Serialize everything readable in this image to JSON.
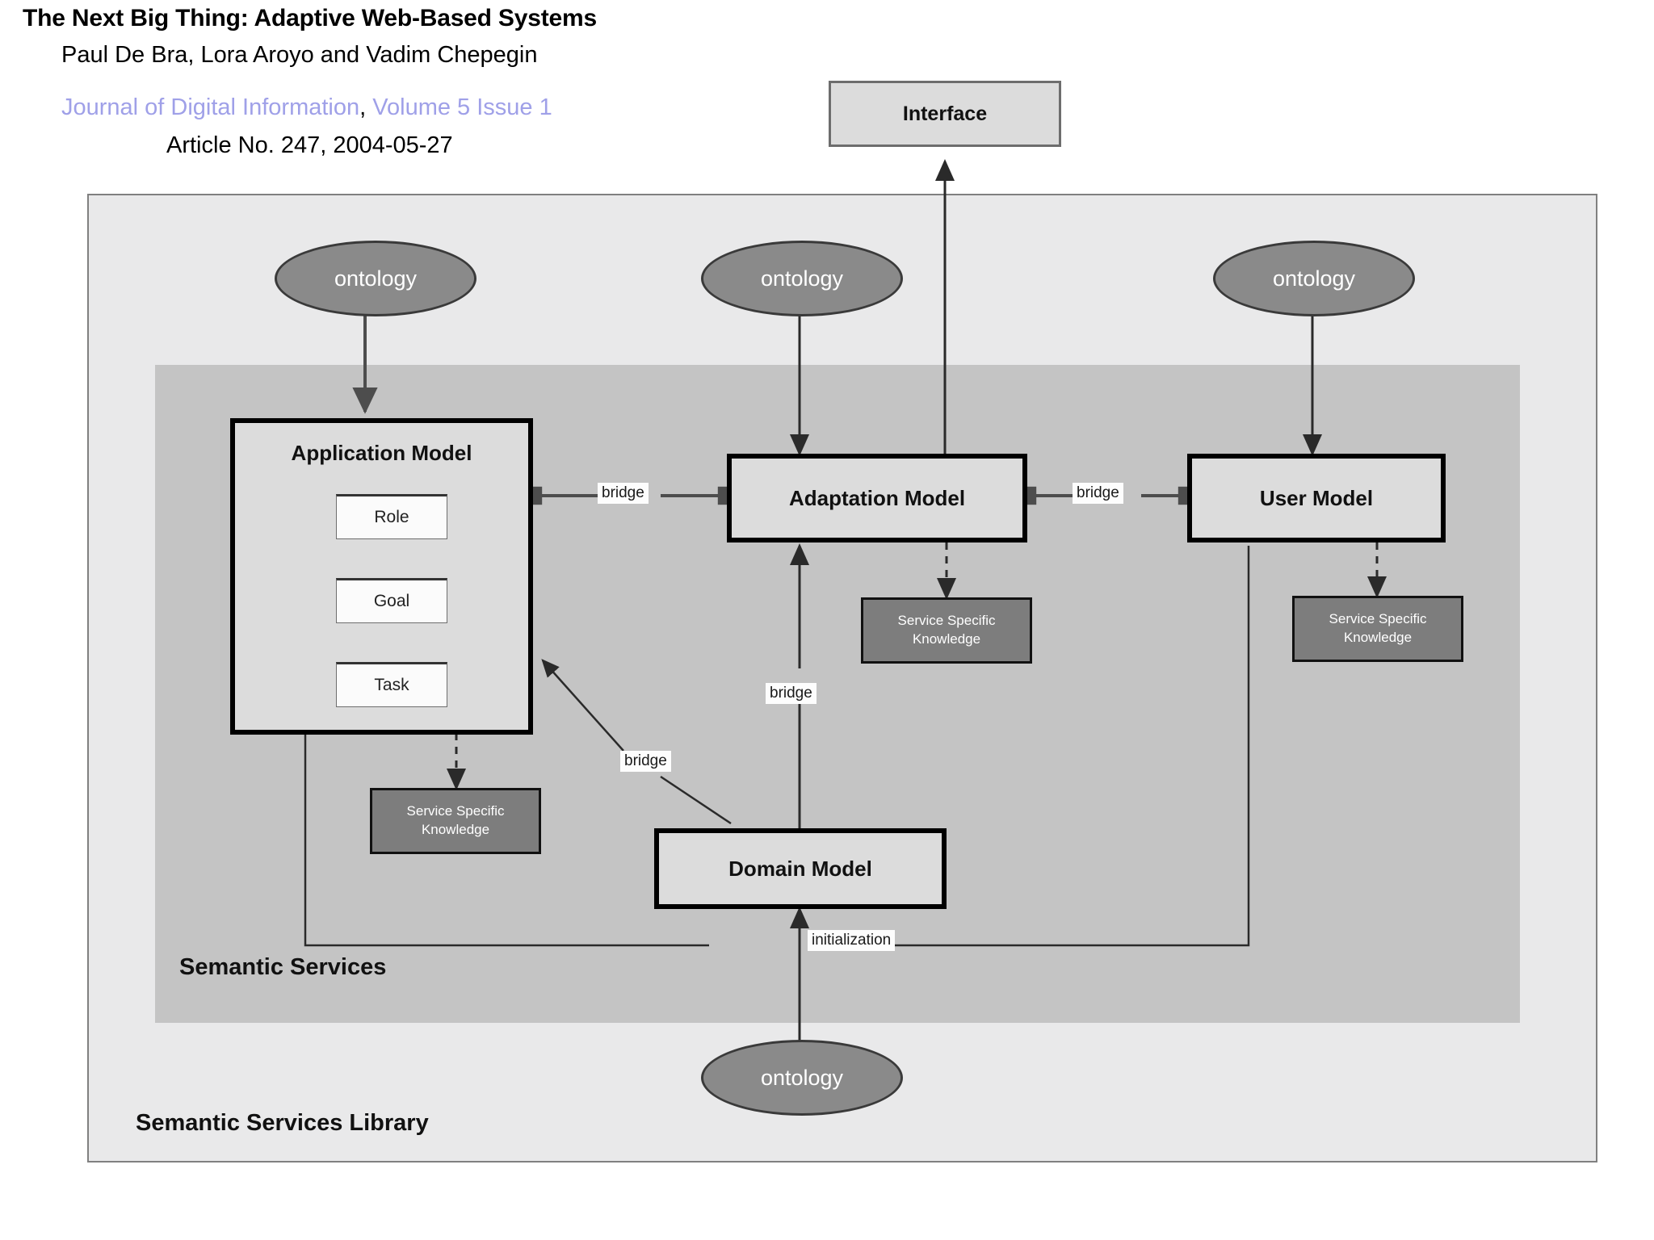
{
  "header": {
    "title": "The Next Big Thing: Adaptive Web-Based Systems",
    "authors": "Paul De Bra, Lora Aroyo and Vadim Chepegin",
    "journal_name": "Journal of Digital Information",
    "journal_separator": ",",
    "journal_volume": "Volume 5 Issue 1",
    "article_line": "Article No. 247, 2004-05-27"
  },
  "diagram": {
    "frames": {
      "library_label": "Semantic Services Library",
      "services_label": "Semantic Services"
    },
    "nodes": {
      "interface": "Interface",
      "application_model": "Application Model",
      "adaptation_model": "Adaptation Model",
      "user_model": "User Model",
      "domain_model": "Domain Model",
      "role": "Role",
      "goal": "Goal",
      "task": "Task",
      "ssk_left_line1": "Service Specific",
      "ssk_left_line2": "Knowledge",
      "ssk_mid_line1": "Service Specific",
      "ssk_mid_line2": "Knowledge",
      "ssk_right_line1": "Service Specific",
      "ssk_right_line2": "Knowledge",
      "ontology_left": "ontology",
      "ontology_mid": "ontology",
      "ontology_right": "ontology",
      "ontology_bottom": "ontology"
    },
    "edge_labels": {
      "bridge_app_adapt": "bridge",
      "bridge_adapt_user": "bridge",
      "bridge_domain_adapt": "bridge",
      "bridge_domain_app": "bridge",
      "initialization": "initialization"
    }
  },
  "colors": {
    "journal_link": "#9fa0e8",
    "library_bg": "#e9e9ea",
    "services_bg": "#c4c4c4",
    "model_box_bg": "#dcdcdc",
    "knowledge_bg": "#7d7d7d",
    "ontology_bg": "#8a8a8a"
  }
}
